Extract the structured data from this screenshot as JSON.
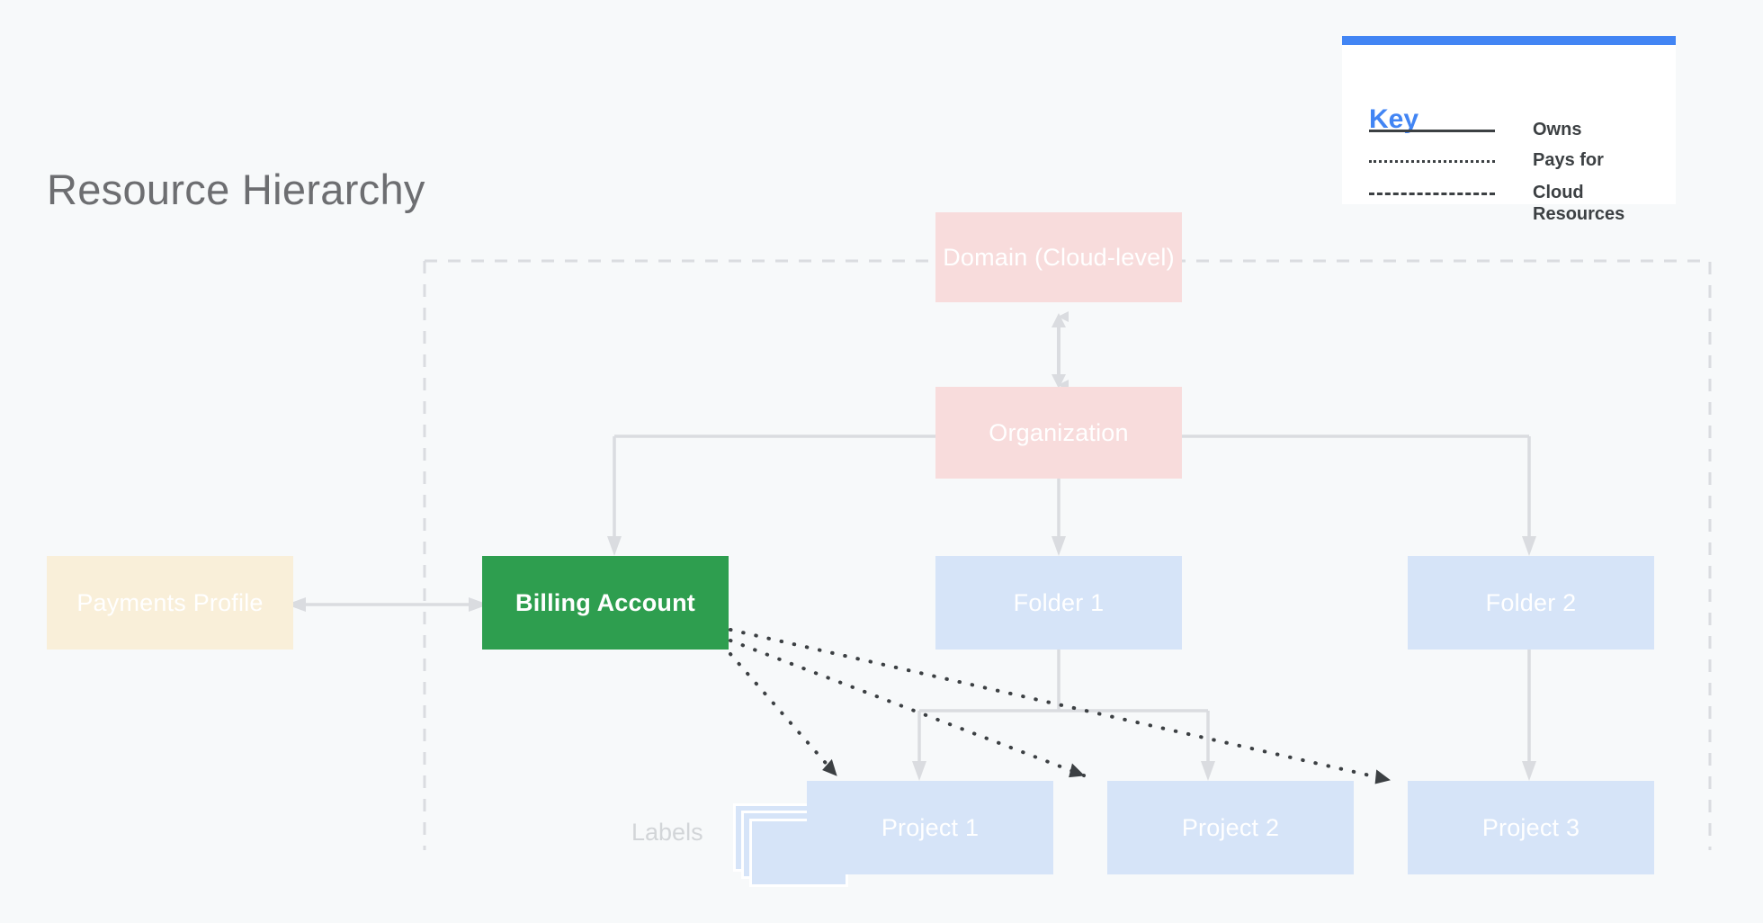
{
  "page": {
    "title": "Resource Hierarchy",
    "background_color": "#f7f9fa"
  },
  "key": {
    "title": "Key",
    "accent_color": "#4285f4",
    "items": [
      {
        "style": "solid",
        "label": "Owns"
      },
      {
        "style": "dotted",
        "label": "Pays for"
      },
      {
        "style": "dashed",
        "label": "Cloud Resources"
      }
    ]
  },
  "diagram": {
    "labels_caption": "Labels",
    "nodes": [
      {
        "id": "domain",
        "label": "Domain (Cloud-level)",
        "color": "#f8dcdc",
        "text_color": "#ffffff"
      },
      {
        "id": "organization",
        "label": "Organization",
        "color": "#f8dcdc",
        "text_color": "#ffffff"
      },
      {
        "id": "payments_profile",
        "label": "Payments Profile",
        "color": "#f9efd9",
        "text_color": "#ffffff"
      },
      {
        "id": "billing_account",
        "label": "Billing Account",
        "color": "#2e9e4f",
        "text_color": "#ffffff"
      },
      {
        "id": "folder_1",
        "label": "Folder 1",
        "color": "#d6e4f8",
        "text_color": "#ffffff"
      },
      {
        "id": "folder_2",
        "label": "Folder 2",
        "color": "#d6e4f8",
        "text_color": "#ffffff"
      },
      {
        "id": "project_1",
        "label": "Project 1",
        "color": "#d6e4f8",
        "text_color": "#ffffff"
      },
      {
        "id": "project_2",
        "label": "Project 2",
        "color": "#d6e4f8",
        "text_color": "#ffffff"
      },
      {
        "id": "project_3",
        "label": "Project 3",
        "color": "#d6e4f8",
        "text_color": "#ffffff"
      }
    ],
    "edges": [
      {
        "from": "domain",
        "to": "organization",
        "style": "solid",
        "direction": "both"
      },
      {
        "from": "organization",
        "to": "billing_account",
        "style": "solid",
        "direction": "down"
      },
      {
        "from": "organization",
        "to": "folder_1",
        "style": "solid",
        "direction": "down"
      },
      {
        "from": "organization",
        "to": "folder_2",
        "style": "solid",
        "direction": "down"
      },
      {
        "from": "payments_profile",
        "to": "billing_account",
        "style": "solid",
        "direction": "both"
      },
      {
        "from": "folder_1",
        "to": "project_1",
        "style": "solid",
        "direction": "down"
      },
      {
        "from": "folder_1",
        "to": "project_2",
        "style": "solid",
        "direction": "down"
      },
      {
        "from": "folder_2",
        "to": "project_3",
        "style": "solid",
        "direction": "down"
      },
      {
        "from": "billing_account",
        "to": "project_1",
        "style": "dotted",
        "direction": "to"
      },
      {
        "from": "billing_account",
        "to": "project_2",
        "style": "dotted",
        "direction": "to"
      },
      {
        "from": "billing_account",
        "to": "project_3",
        "style": "dotted",
        "direction": "to"
      }
    ],
    "cloud_resources_boundary": {
      "style": "dashed",
      "color": "#dadce0"
    }
  }
}
